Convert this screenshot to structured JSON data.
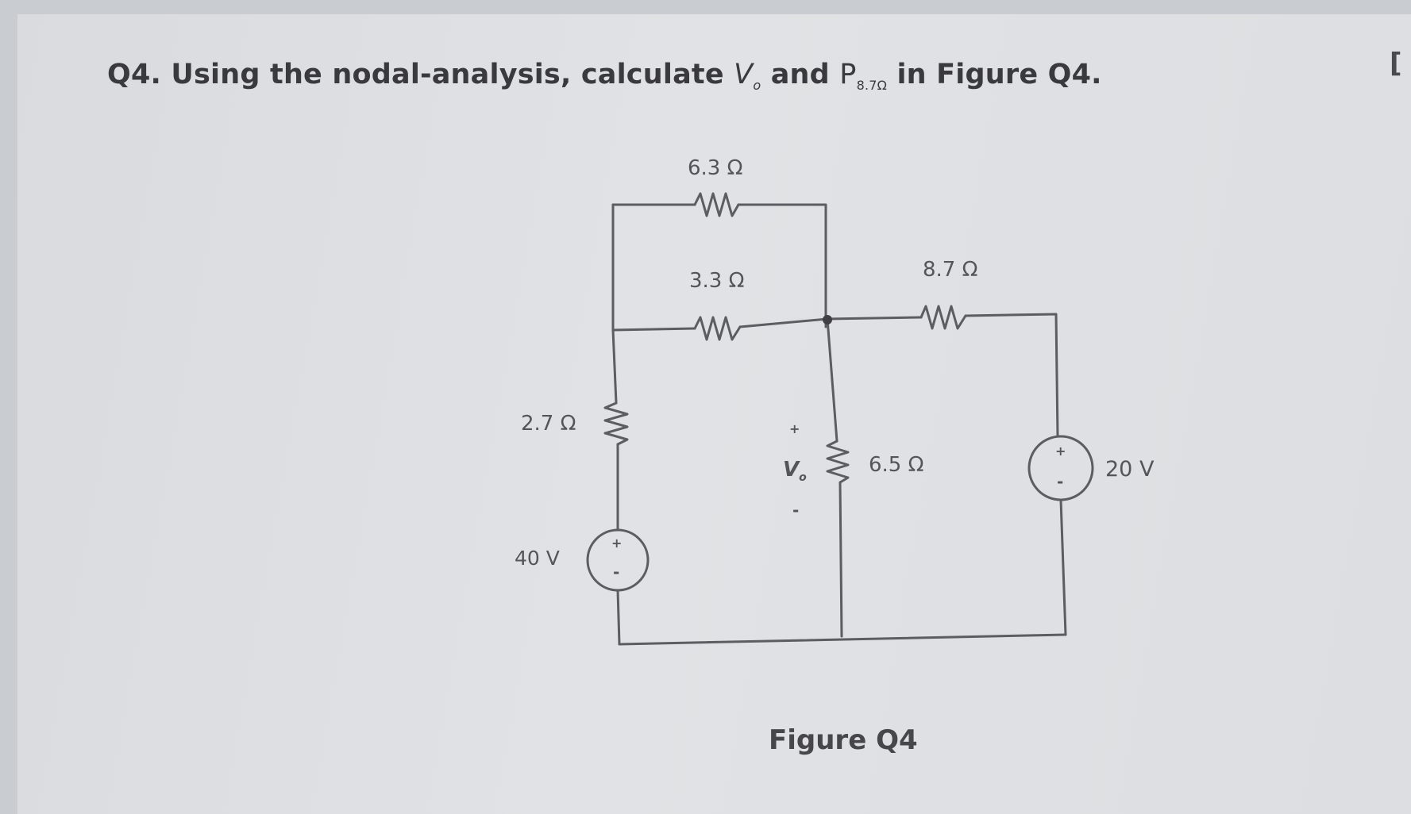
{
  "question": {
    "number": "Q4.",
    "text_a": "Using the nodal-analysis, calculate",
    "vo_symbol": "V",
    "vo_sub": "o",
    "text_b": "and",
    "p_symbol": "P",
    "p_sub": "8.7Ω",
    "text_c": "in Figure Q4."
  },
  "corner_mark": "[",
  "circuit": {
    "r_top": "6.3 Ω",
    "r_mid_left": "3.3 Ω",
    "r_mid_right": "8.7 Ω",
    "r_left": "2.7 Ω",
    "r_center": "6.5 Ω",
    "src_left": "40 V",
    "src_right": "20 V",
    "vo_label": "V",
    "vo_sub": "o",
    "plus": "+",
    "minus": "-"
  },
  "figure_caption": "Figure Q4",
  "colors": {
    "wire": "#5c5c61",
    "text": "#3a3a3d"
  }
}
